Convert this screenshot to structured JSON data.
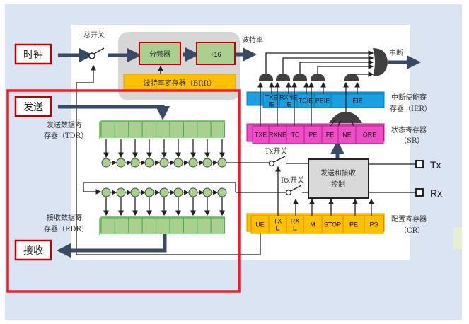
{
  "colors": {
    "background": "#dbe4f2",
    "red_frame": "#e8202a",
    "register_green": "#a9d08e",
    "ier_blue": "#1aa0e0",
    "sr_pink": "#f04cc8",
    "cr_orange": "#ffc000",
    "control_gray": "#d9d9d9"
  },
  "inputs": {
    "clock": "时钟",
    "send": "发送",
    "receive": "接收"
  },
  "switches": {
    "main": "总开关",
    "tx": "Tx开关",
    "rx": "Rx开关"
  },
  "baud": {
    "divider": "分频器",
    "div16": "÷16",
    "brr": "波特率寄存器（BRR）",
    "output": "波特率"
  },
  "tdr": {
    "line1": "发送数据寄",
    "line2": "存器（TDR）"
  },
  "rdr": {
    "line1": "接收数据寄",
    "line2": "存器（RDR）"
  },
  "interrupt": {
    "label": "中断"
  },
  "ier": {
    "line1": "中断使能寄",
    "line2": "存器（IER）",
    "cells": [
      "TXE IE",
      "RXNE IE",
      "TCIE",
      "PEIE",
      "EIE"
    ]
  },
  "sr": {
    "line1": "状态寄存器",
    "line2": "（SR）",
    "cells": [
      "TXE",
      "RXNE",
      "TC",
      "PE",
      "FE",
      "NE",
      "ORE"
    ]
  },
  "cr": {
    "line1": "配置寄存器",
    "line2": "（CR）",
    "cells": [
      "UE",
      "TX E",
      "RX E",
      "M",
      "STOP",
      "PE",
      "PS"
    ]
  },
  "control": {
    "line1": "发送和接收",
    "line2": "控制"
  },
  "pins": {
    "tx": "Tx",
    "rx": "Rx"
  }
}
